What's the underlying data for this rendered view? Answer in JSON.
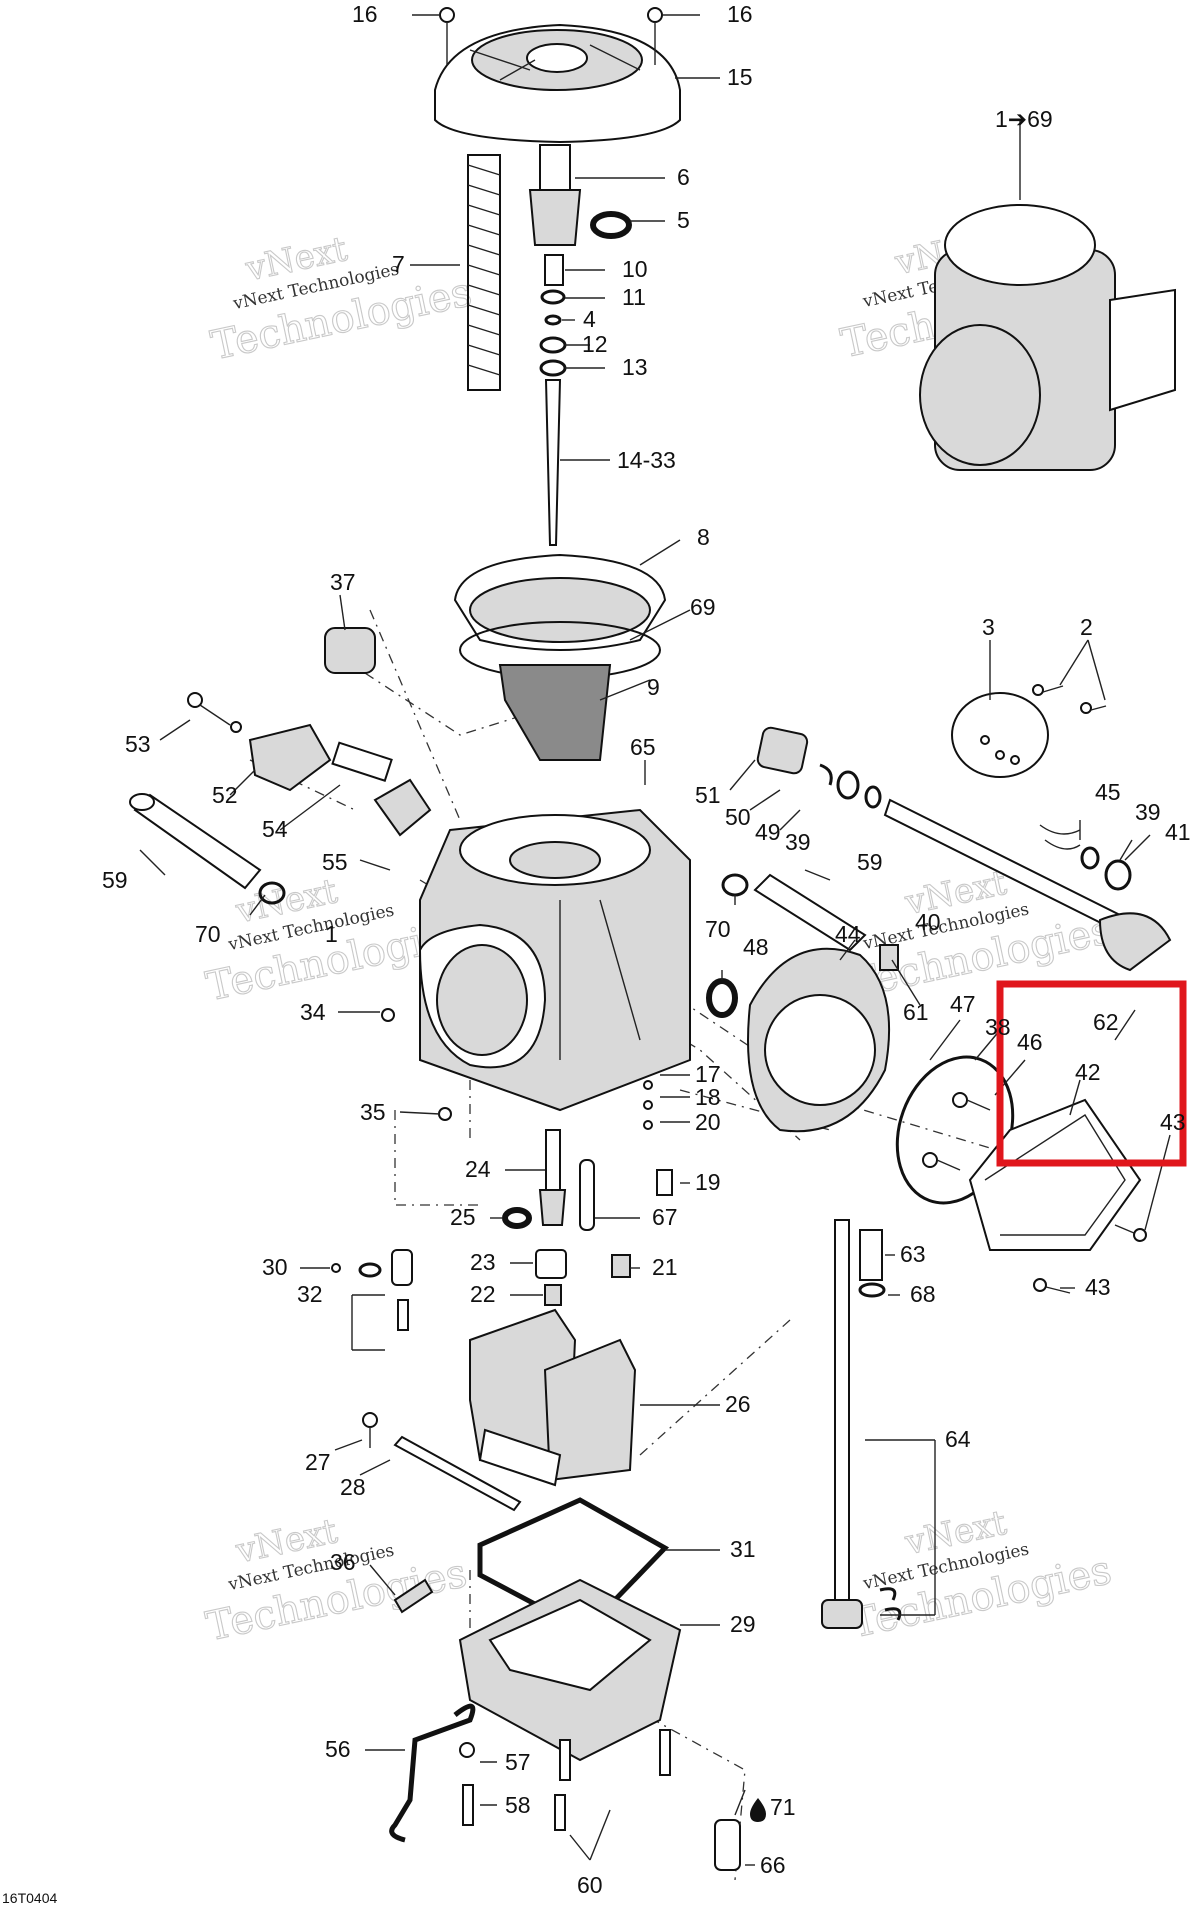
{
  "diagram": {
    "drawing_code": "16T0404",
    "watermark": {
      "line1": "vNext",
      "line2": "vNext Technologies",
      "line3": "Technologies"
    },
    "callouts": [
      {
        "id": "c16a",
        "label": "16"
      },
      {
        "id": "c16b",
        "label": "16"
      },
      {
        "id": "c15",
        "label": "15"
      },
      {
        "id": "c6",
        "label": "6"
      },
      {
        "id": "c5",
        "label": "5"
      },
      {
        "id": "c7",
        "label": "7"
      },
      {
        "id": "c10",
        "label": "10"
      },
      {
        "id": "c11",
        "label": "11"
      },
      {
        "id": "c4",
        "label": "4"
      },
      {
        "id": "c12",
        "label": "12"
      },
      {
        "id": "c13",
        "label": "13"
      },
      {
        "id": "c14_33",
        "label": "14-33"
      },
      {
        "id": "c1_69",
        "label": "1➔69"
      },
      {
        "id": "c8",
        "label": "8"
      },
      {
        "id": "c69",
        "label": "69"
      },
      {
        "id": "c37",
        "label": "37"
      },
      {
        "id": "c9",
        "label": "9"
      },
      {
        "id": "c3",
        "label": "3"
      },
      {
        "id": "c2",
        "label": "2"
      },
      {
        "id": "c53",
        "label": "53"
      },
      {
        "id": "c65",
        "label": "65"
      },
      {
        "id": "c52",
        "label": "52"
      },
      {
        "id": "c51",
        "label": "51"
      },
      {
        "id": "c50",
        "label": "50"
      },
      {
        "id": "c45",
        "label": "45"
      },
      {
        "id": "c54",
        "label": "54"
      },
      {
        "id": "c49",
        "label": "49"
      },
      {
        "id": "c39a",
        "label": "39"
      },
      {
        "id": "c39b",
        "label": "39"
      },
      {
        "id": "c41",
        "label": "41"
      },
      {
        "id": "c59a",
        "label": "59"
      },
      {
        "id": "c55",
        "label": "55"
      },
      {
        "id": "c59b",
        "label": "59"
      },
      {
        "id": "c70a",
        "label": "70"
      },
      {
        "id": "c1",
        "label": "1"
      },
      {
        "id": "c70b",
        "label": "70"
      },
      {
        "id": "c48",
        "label": "48"
      },
      {
        "id": "c44",
        "label": "44"
      },
      {
        "id": "c40",
        "label": "40"
      },
      {
        "id": "c34",
        "label": "34"
      },
      {
        "id": "c61",
        "label": "61"
      },
      {
        "id": "c47",
        "label": "47"
      },
      {
        "id": "c38",
        "label": "38"
      },
      {
        "id": "c62",
        "label": "62"
      },
      {
        "id": "c46",
        "label": "46"
      },
      {
        "id": "c42",
        "label": "42"
      },
      {
        "id": "c43a",
        "label": "43"
      },
      {
        "id": "c17",
        "label": "17"
      },
      {
        "id": "c18",
        "label": "18"
      },
      {
        "id": "c35",
        "label": "35"
      },
      {
        "id": "c20",
        "label": "20"
      },
      {
        "id": "c24",
        "label": "24"
      },
      {
        "id": "c19",
        "label": "19"
      },
      {
        "id": "c25",
        "label": "25"
      },
      {
        "id": "c67",
        "label": "67"
      },
      {
        "id": "c63",
        "label": "63"
      },
      {
        "id": "c30",
        "label": "30"
      },
      {
        "id": "c23",
        "label": "23"
      },
      {
        "id": "c21",
        "label": "21"
      },
      {
        "id": "c43b",
        "label": "43"
      },
      {
        "id": "c32",
        "label": "32"
      },
      {
        "id": "c22",
        "label": "22"
      },
      {
        "id": "c68",
        "label": "68"
      },
      {
        "id": "c26",
        "label": "26"
      },
      {
        "id": "c64",
        "label": "64"
      },
      {
        "id": "c27",
        "label": "27"
      },
      {
        "id": "c28",
        "label": "28"
      },
      {
        "id": "c36",
        "label": "36"
      },
      {
        "id": "c31",
        "label": "31"
      },
      {
        "id": "c29",
        "label": "29"
      },
      {
        "id": "c56",
        "label": "56"
      },
      {
        "id": "c57",
        "label": "57"
      },
      {
        "id": "c71",
        "label": "71"
      },
      {
        "id": "c58",
        "label": "58"
      },
      {
        "id": "c66",
        "label": "66"
      },
      {
        "id": "c60",
        "label": "60"
      }
    ],
    "highlight": {
      "color": "#e0161c",
      "callouts": [
        "62",
        "46",
        "42",
        "43"
      ]
    }
  }
}
